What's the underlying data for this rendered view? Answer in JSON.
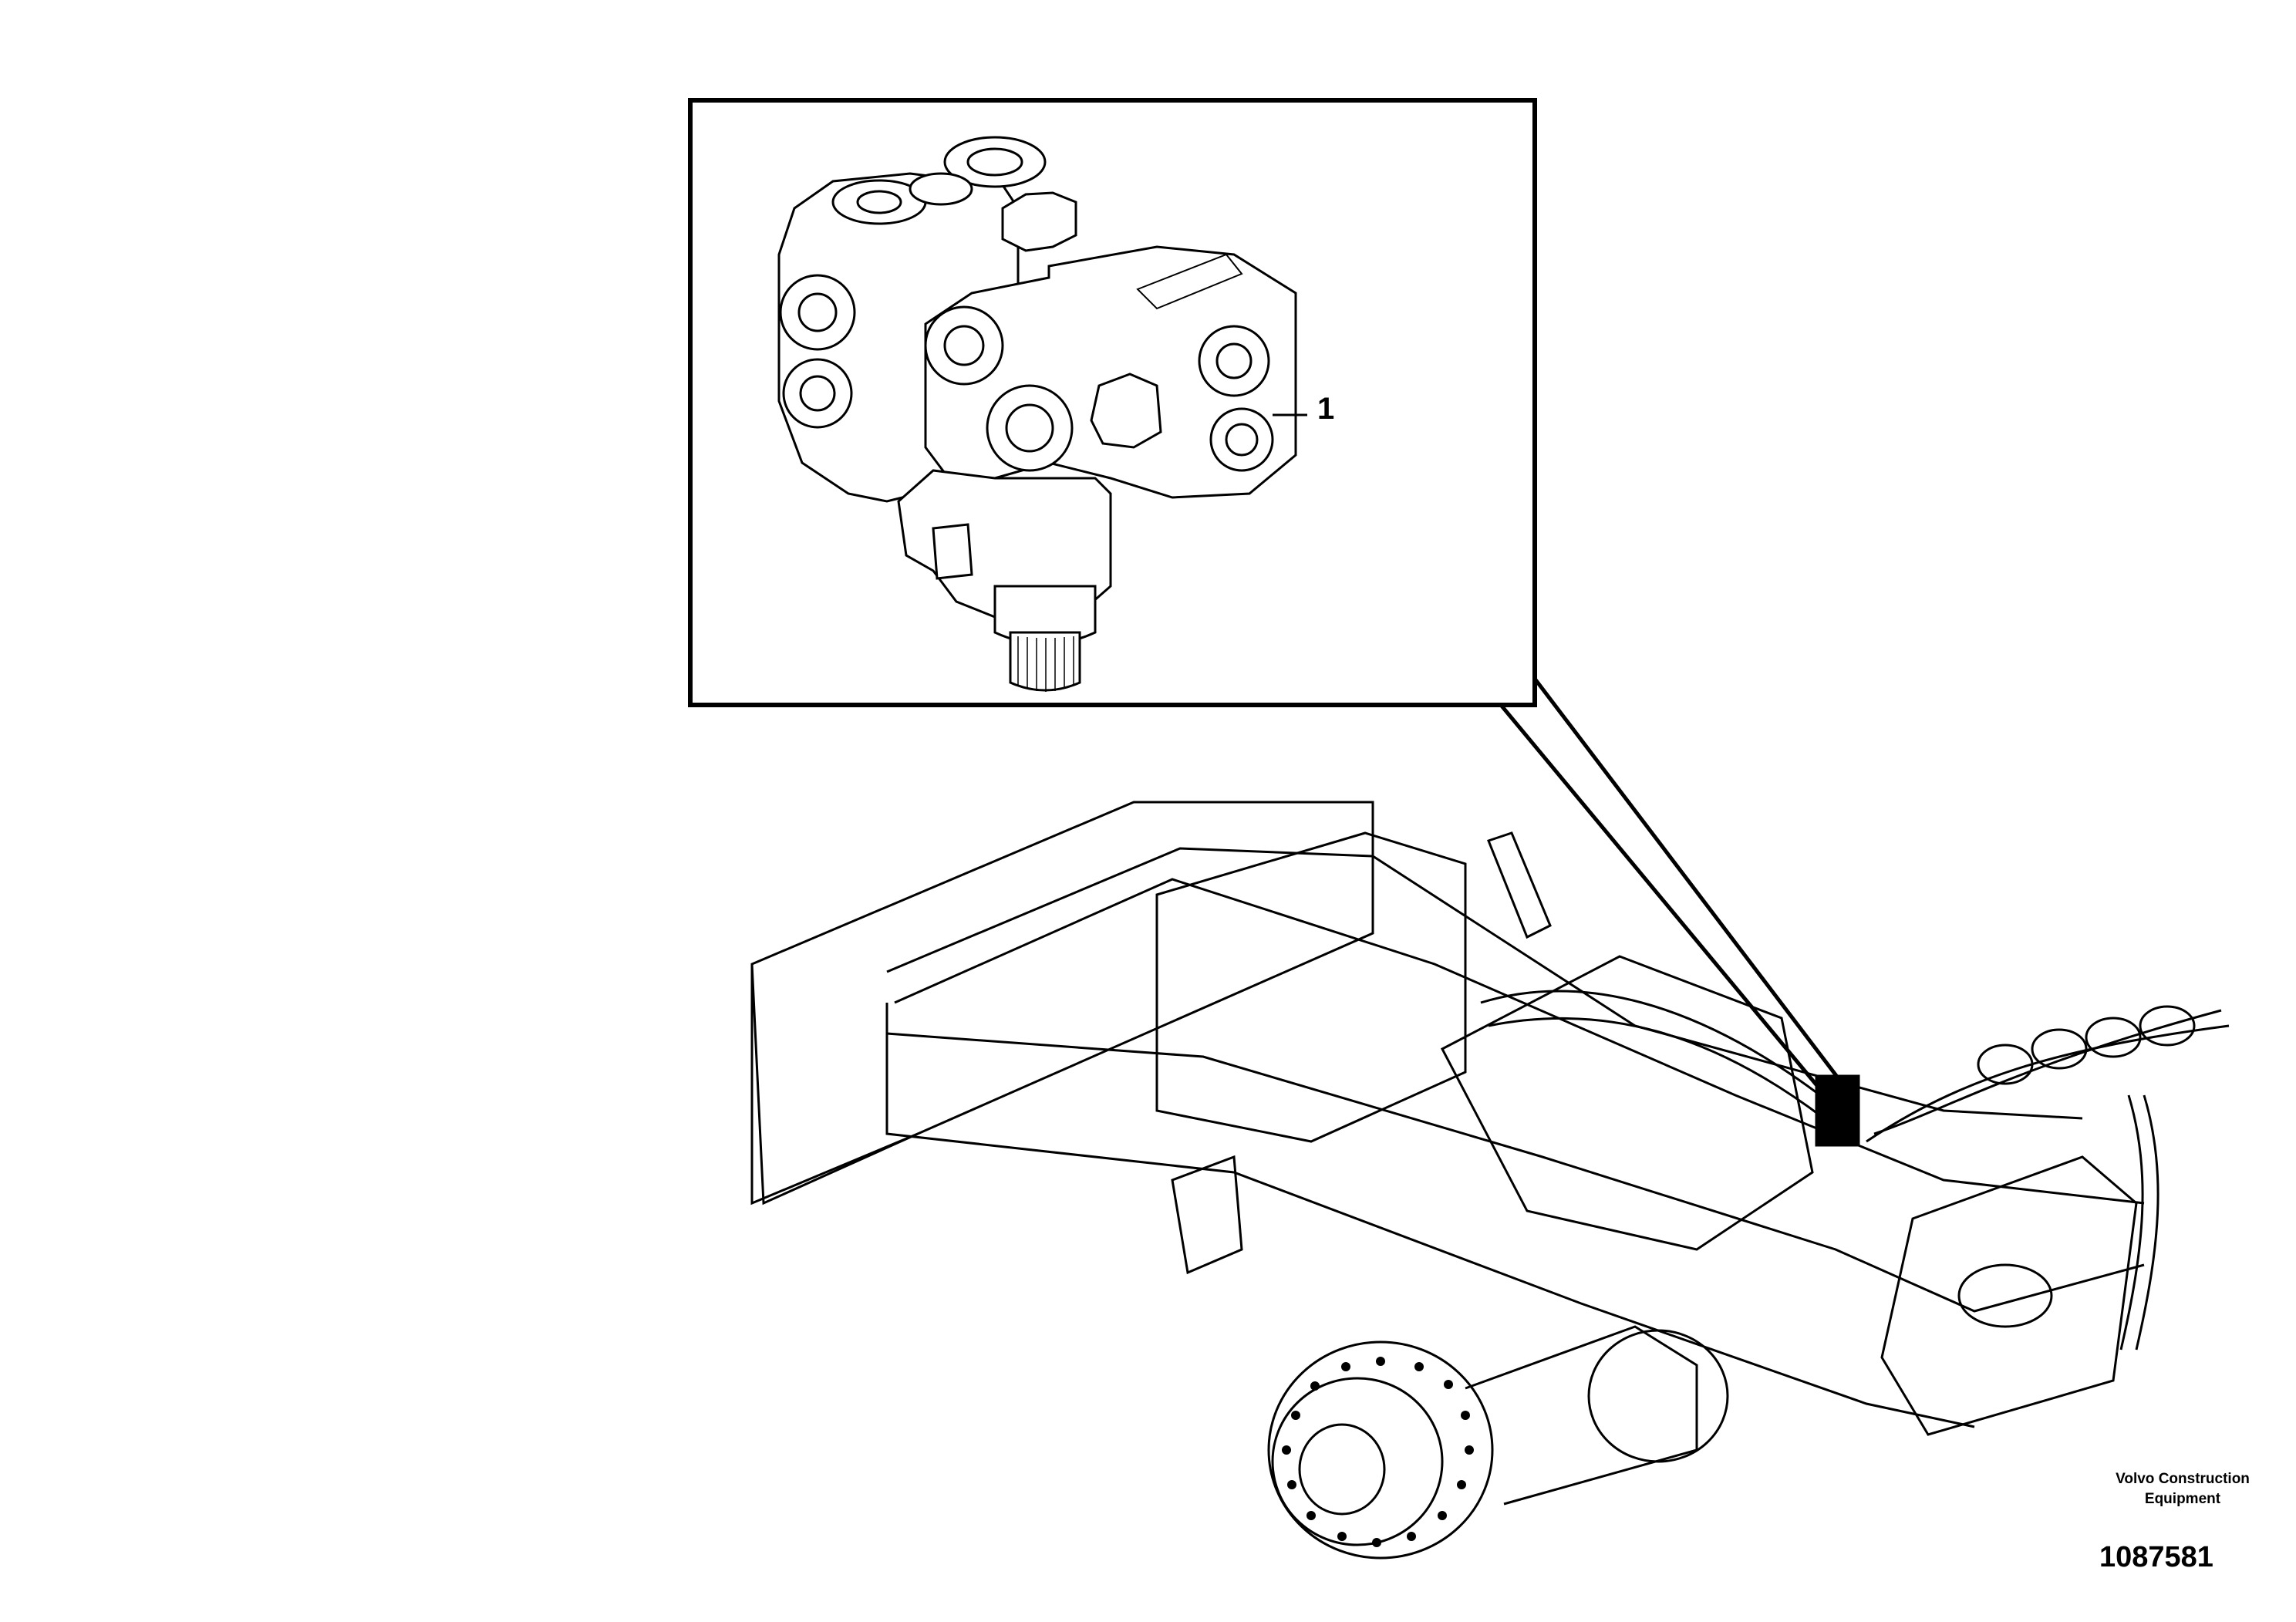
{
  "callout": {
    "label": "1"
  },
  "footer": {
    "company_line1": "Volvo Construction",
    "company_line2": "Equipment",
    "drawing_number": "1087581"
  },
  "colors": {
    "line": "#000000",
    "background": "#ffffff"
  }
}
